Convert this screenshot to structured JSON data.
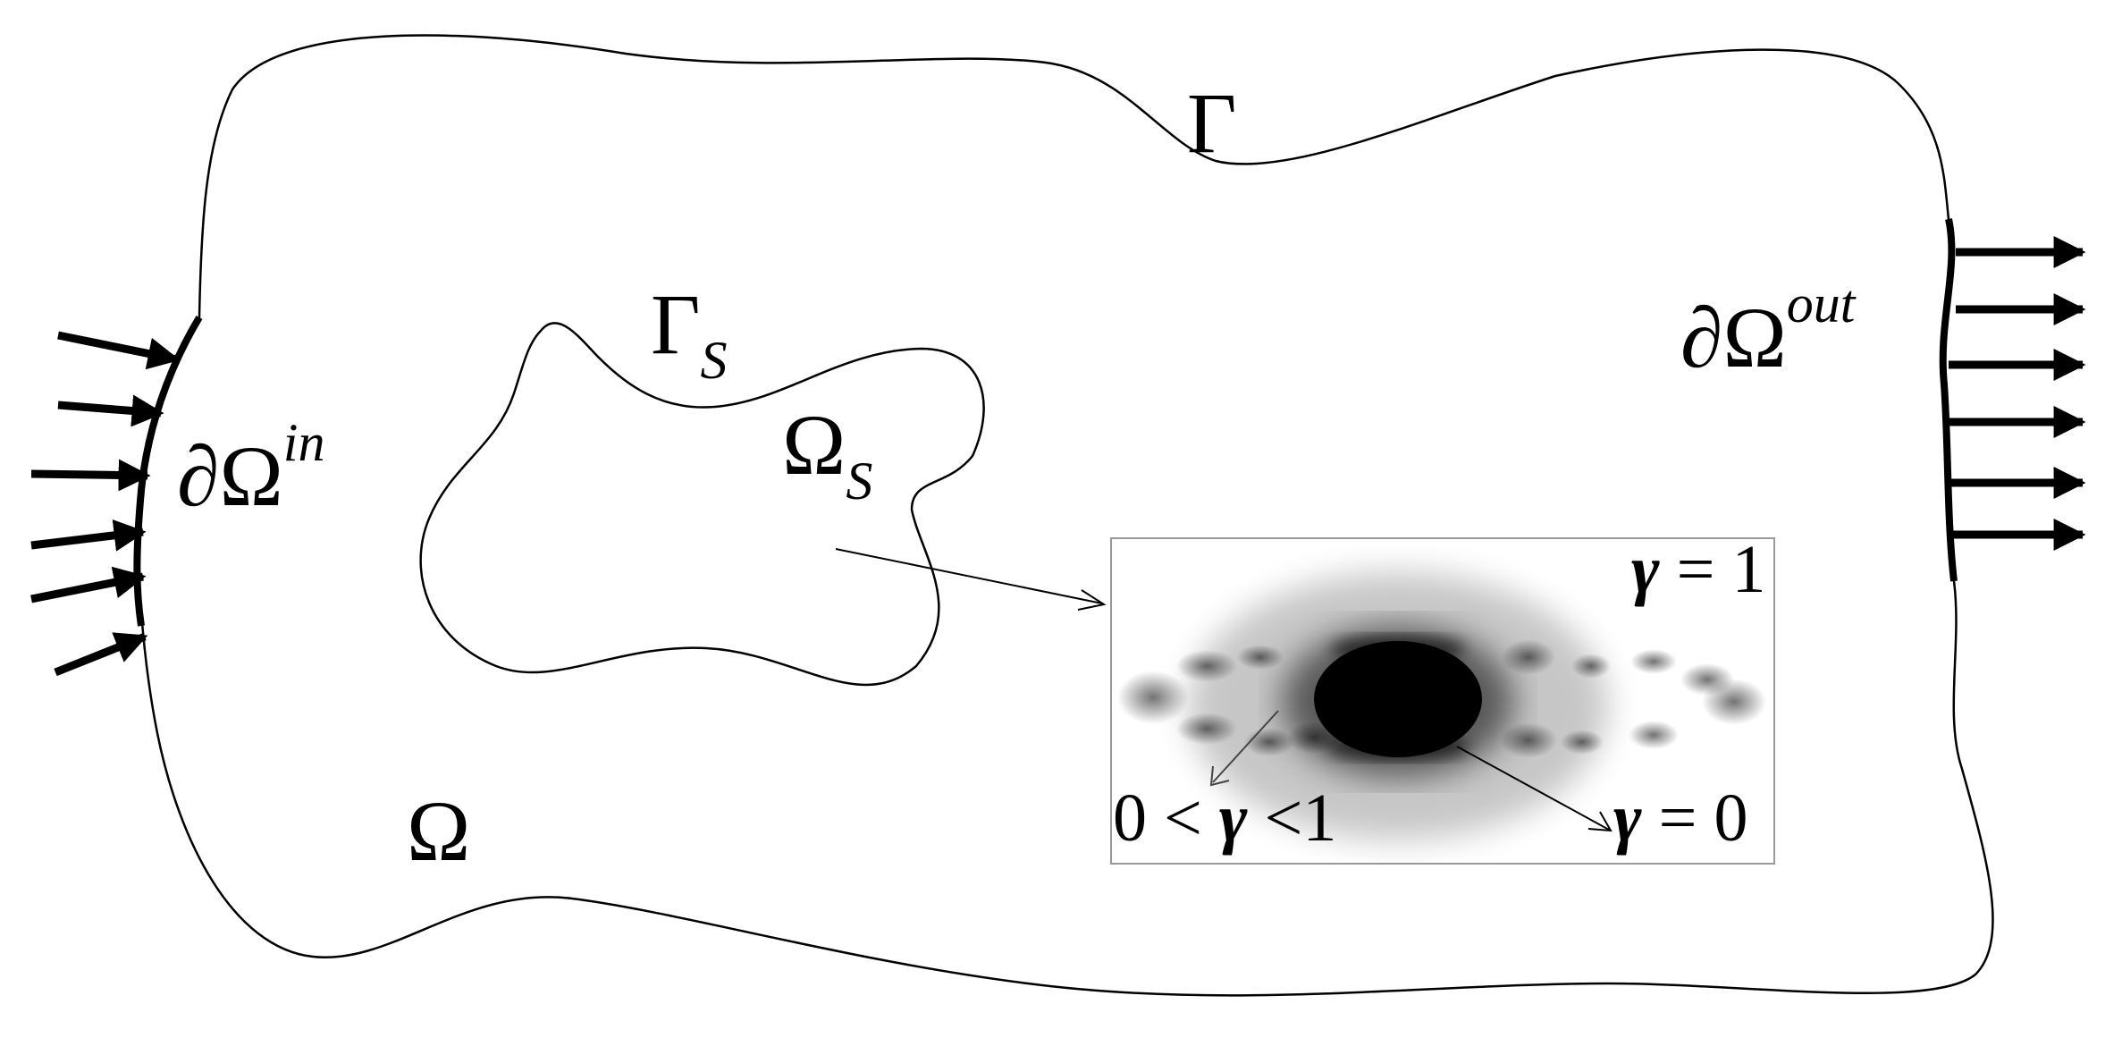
{
  "labels": {
    "outer_boundary": "Γ",
    "solid_boundary": "Γ",
    "solid_boundary_sub": "S",
    "solid_domain": "Ω",
    "solid_domain_sub": "S",
    "fluid_domain": "Ω",
    "inlet_main": "∂Ω",
    "inlet_sup": "in",
    "outlet_main": "∂Ω",
    "outlet_sup": "out"
  },
  "inset": {
    "gamma_one": {
      "symbol": "γ",
      "relation": " = 1"
    },
    "gamma_between": {
      "prefix": "0 < ",
      "symbol": "γ",
      "suffix": " <1"
    },
    "gamma_zero": {
      "symbol": "γ",
      "relation": " = 0"
    }
  },
  "colors": {
    "stroke": "#000000",
    "background": "#ffffff",
    "inset_border": "#999999"
  }
}
